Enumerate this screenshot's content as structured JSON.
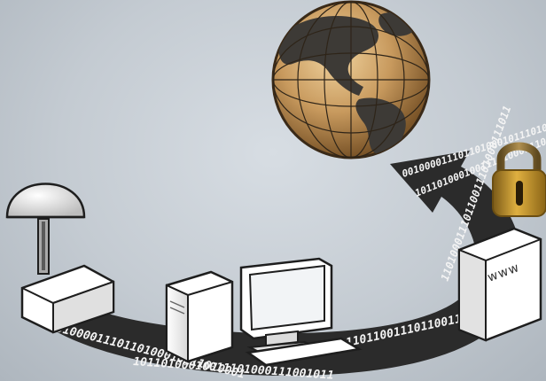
{
  "server_label": "www",
  "binary_rows": [
    "00100001110110100010111010001",
    "10110100010011101000111001011",
    "01000101110110011101100111101",
    "11010001110110011101000111011"
  ],
  "colors": {
    "globe_ocean": "#c89a5e",
    "globe_land": "#3d3a36",
    "band": "#2b2b2b",
    "lock_body": "#b8871e",
    "lock_shackle": "#8a6a2a",
    "background": "#c4cbd2"
  }
}
